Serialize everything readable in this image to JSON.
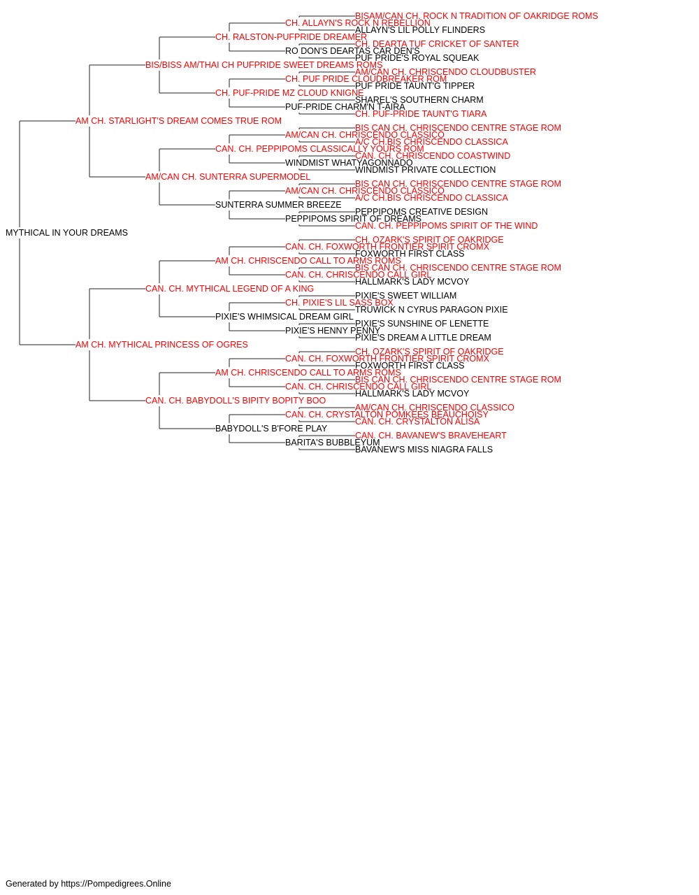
{
  "pedigree": {
    "name": "MYTHICAL IN YOUR DREAMS",
    "champion": false,
    "sire": {
      "name": "AM CH. STARLIGHT'S DREAM COMES TRUE ROM",
      "champion": true,
      "sire": {
        "name": "BIS/BISS AM/THAI CH PUFPRIDE SWEET DREAMS ROMS",
        "champion": true,
        "sire": {
          "name": "CH. RALSTON-PUFPRIDE DREAMER",
          "champion": true,
          "sire": {
            "name": "CH. ALLAYN'S ROCK N REBELLION",
            "champion": true,
            "sire": {
              "name": "BISAM/CAN CH. ROCK N TRADITION OF OAKRIDGE ROMS",
              "champion": true
            },
            "dam": {
              "name": "ALLAYN'S LIL POLLY FLINDERS",
              "champion": false
            }
          },
          "dam": {
            "name": "RO DON'S DEARTAS CAR DEN'S",
            "champion": false,
            "sire": {
              "name": "CH. DEARTA TUF CRICKET OF SANTER",
              "champion": true
            },
            "dam": {
              "name": "PUF PRIDE'S ROYAL SQUEAK",
              "champion": false
            }
          }
        },
        "dam": {
          "name": "CH. PUF-PRIDE MZ CLOUD KNIGNE",
          "champion": true,
          "sire": {
            "name": "CH. PUF PRIDE CLOUDBREAKER ROM",
            "champion": true,
            "sire": {
              "name": "AM/CAN CH. CHRISCENDO CLOUDBUSTER",
              "champion": true
            },
            "dam": {
              "name": "PUF PRIDE TAUNT'G TIPPER",
              "champion": false
            }
          },
          "dam": {
            "name": "PUF-PRIDE CHARM'N T-AIRA",
            "champion": false,
            "sire": {
              "name": "SHAREL'S SOUTHERN CHARM",
              "champion": false
            },
            "dam": {
              "name": "CH. PUF-PRIDE TAUNT'G TIARA",
              "champion": true
            }
          }
        }
      },
      "dam": {
        "name": "AM/CAN CH. SUNTERRA SUPERMODEL",
        "champion": true,
        "sire": {
          "name": "CAN. CH. PEPPIPOMS CLASSICALLY YOURS ROM",
          "champion": true,
          "sire": {
            "name": "AM/CAN CH. CHRISCENDO CLASSICO",
            "champion": true,
            "sire": {
              "name": "BIS CAN CH. CHRISCENDO CENTRE STAGE ROM",
              "champion": true
            },
            "dam": {
              "name": "A/C CH.BIS CHRISCENDO CLASSICA",
              "champion": true
            }
          },
          "dam": {
            "name": "WINDMIST WHATYAGONNADO",
            "champion": false,
            "sire": {
              "name": "CAN. CH. CHRISCENDO COASTWIND",
              "champion": true
            },
            "dam": {
              "name": "WINDMIST PRIVATE COLLECTION",
              "champion": false
            }
          }
        },
        "dam": {
          "name": "SUNTERRA SUMMER BREEZE",
          "champion": false,
          "sire": {
            "name": "AM/CAN CH. CHRISCENDO CLASSICO",
            "champion": true,
            "sire": {
              "name": "BIS CAN CH. CHRISCENDO CENTRE STAGE ROM",
              "champion": true
            },
            "dam": {
              "name": "A/C CH.BIS CHRISCENDO CLASSICA",
              "champion": true
            }
          },
          "dam": {
            "name": "PEPPIPOMS SPIRIT OF DREAMS",
            "champion": false,
            "sire": {
              "name": "PEPPIPOMS CREATIVE DESIGN",
              "champion": false
            },
            "dam": {
              "name": "CAN. CH. PEPPIPOMS SPIRIT OF THE WIND",
              "champion": true
            }
          }
        }
      }
    },
    "dam": {
      "name": "AM CH. MYTHICAL PRINCESS OF OGRES",
      "champion": true,
      "sire": {
        "name": "CAN. CH. MYTHICAL LEGEND OF A KING",
        "champion": true,
        "sire": {
          "name": "AM CH. CHRISCENDO CALL TO ARMS ROMS",
          "champion": true,
          "sire": {
            "name": "CAN. CH. FOXWORTH FRONTIER SPIRIT CROMX",
            "champion": true,
            "sire": {
              "name": "CH. OZARK'S SPIRIT OF OAKRIDGE",
              "champion": true
            },
            "dam": {
              "name": "FOXWORTH FIRST CLASS",
              "champion": false
            }
          },
          "dam": {
            "name": "CAN. CH. CHRISCENDO CALL GIRL",
            "champion": true,
            "sire": {
              "name": "BIS CAN CH. CHRISCENDO CENTRE STAGE ROM",
              "champion": true
            },
            "dam": {
              "name": "HALLMARK'S LADY MCVOY",
              "champion": false
            }
          }
        },
        "dam": {
          "name": "PIXIE'S WHIMSICAL DREAM GIRL",
          "champion": false,
          "sire": {
            "name": "CH. PIXIE'S LIL SASS BOX",
            "champion": true,
            "sire": {
              "name": "PIXIE'S SWEET WILLIAM",
              "champion": false
            },
            "dam": {
              "name": "TRUWICK N CYRUS PARAGON PIXIE",
              "champion": false
            }
          },
          "dam": {
            "name": "PIXIE'S HENNY PENNY",
            "champion": false,
            "sire": {
              "name": "PIXIE'S SUNSHINE OF LENETTE",
              "champion": false
            },
            "dam": {
              "name": "PIXIE'S DREAM A LITTLE DREAM",
              "champion": false
            }
          }
        }
      },
      "dam": {
        "name": "CAN. CH. BABYDOLL'S BIPITY BOPITY BOO",
        "champion": true,
        "sire": {
          "name": "AM CH. CHRISCENDO CALL TO ARMS ROMS",
          "champion": true,
          "sire": {
            "name": "CAN. CH. FOXWORTH FRONTIER SPIRIT CROMX",
            "champion": true,
            "sire": {
              "name": "CH. OZARK'S SPIRIT OF OAKRIDGE",
              "champion": true
            },
            "dam": {
              "name": "FOXWORTH FIRST CLASS",
              "champion": false
            }
          },
          "dam": {
            "name": "CAN. CH. CHRISCENDO CALL GIRL",
            "champion": true,
            "sire": {
              "name": "BIS CAN CH. CHRISCENDO CENTRE STAGE ROM",
              "champion": true
            },
            "dam": {
              "name": "HALLMARK'S LADY MCVOY",
              "champion": false
            }
          }
        },
        "dam": {
          "name": "BABYDOLL'S B'FORE PLAY",
          "champion": false,
          "sire": {
            "name": "CAN. CH. CRYSTALTON POMKEES BEAUCHOISY",
            "champion": true,
            "sire": {
              "name": "AM/CAN CH. CHRISCENDO CLASSICO",
              "champion": true
            },
            "dam": {
              "name": "CAN. CH. CRYSTALTON ALISA",
              "champion": true
            }
          },
          "dam": {
            "name": "BARITA'S BUBBLEYUM",
            "champion": false,
            "sire": {
              "name": "CAN. CH. BAVANEW'S BRAVEHEART",
              "champion": true
            },
            "dam": {
              "name": "BAVANEW'S MISS NIAGRA FALLS",
              "champion": false
            }
          }
        }
      }
    }
  },
  "colors": {
    "champion": "#ff0000",
    "non_champion": "#000000",
    "lines": "#222222"
  },
  "footer": "Generated by https://Pompedigrees.Online"
}
